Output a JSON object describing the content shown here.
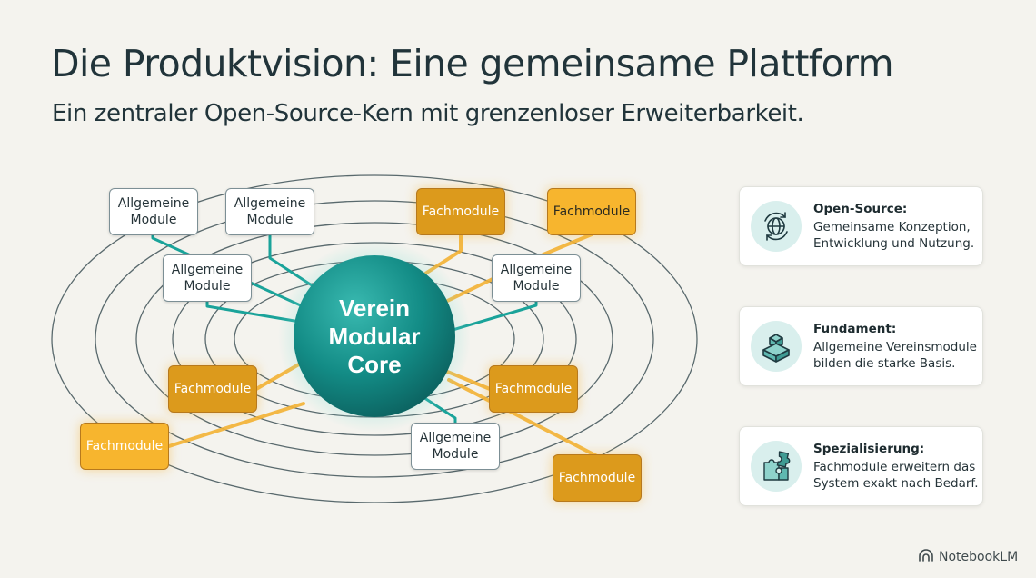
{
  "header": {
    "title": "Die Produktvision: Eine gemeinsame Plattform",
    "subtitle": "Ein zentraler Open-Source-Kern mit grenzenloser Erweiterbarkeit."
  },
  "diagram": {
    "core_lines": [
      "Verein",
      "Modular",
      "Core"
    ],
    "general_label_line1": "Allgemeine",
    "general_label_line2": "Module",
    "special_label": "Fachmodule"
  },
  "features": [
    {
      "icon": "globe-sync-icon",
      "heading": "Open-Source:",
      "text": "Gemeinsame Konzeption, Entwicklung und Nutzung."
    },
    {
      "icon": "stacked-blocks-icon",
      "heading": "Fundament:",
      "text": "Allgemeine Vereinsmodule bilden die starke Basis."
    },
    {
      "icon": "puzzle-icon",
      "heading": "Spezialisierung:",
      "text": "Fachmodule erweitern das System exakt nach Bedarf."
    }
  ],
  "footer": {
    "brand": "NotebookLM"
  },
  "colors": {
    "background": "#f4f3ee",
    "core_teal": "#138c86",
    "connector_teal": "#1aa39a",
    "connector_orange": "#f3b234",
    "special_module": "#dc9a1c",
    "ring": "#3e5257"
  }
}
